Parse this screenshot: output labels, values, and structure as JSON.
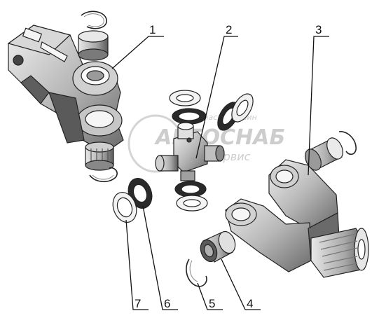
{
  "watermark": {
    "top_line": "Запчасти машин",
    "brand": "АВТОСНАБ",
    "bottom_line": "сервис"
  },
  "callouts": [
    {
      "id": "1",
      "label": "1"
    },
    {
      "id": "2",
      "label": "2"
    },
    {
      "id": "3",
      "label": "3"
    },
    {
      "id": "4",
      "label": "4"
    },
    {
      "id": "5",
      "label": "5"
    },
    {
      "id": "6",
      "label": "6"
    },
    {
      "id": "7",
      "label": "7"
    }
  ],
  "colors": {
    "part_light": "#e2e2e2",
    "part_mid": "#b4b4b4",
    "part_dark": "#5e5e5e",
    "outline": "#222222"
  }
}
